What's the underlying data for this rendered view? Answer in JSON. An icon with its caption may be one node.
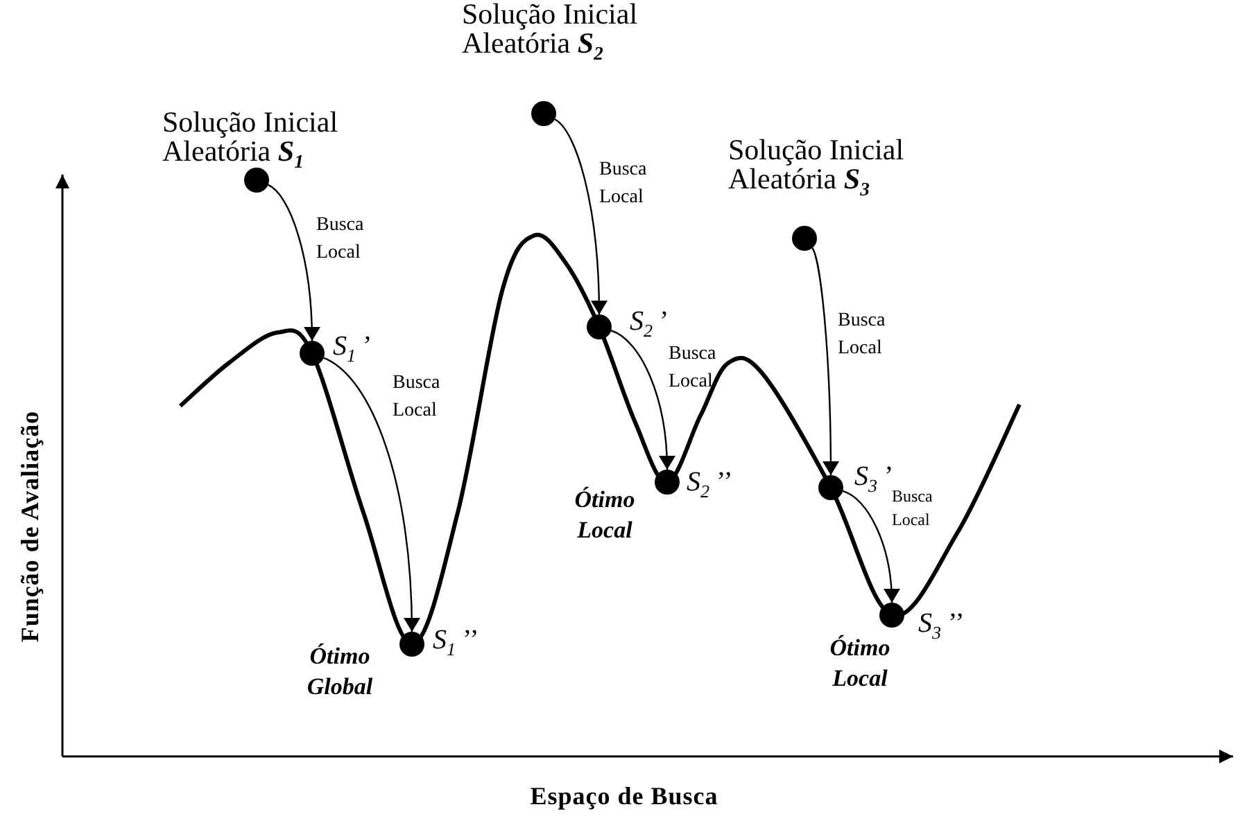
{
  "diagram": {
    "nodes": [
      {
        "text": [],
        "shape": "circle",
        "beside": [
          "Solução Inicial Aleatória **S**$_{1}$"
        ]
      },
      {
        "text": [],
        "shape": "circle",
        "beside": [
          "*S*$_{1}$ ’"
        ]
      },
      {
        "text": [],
        "shape": "circle",
        "beside": [
          "*S*$_{1}$ ’’"
        ]
      },
      {
        "text": [],
        "shape": "circle",
        "beside": [
          "Solução Inicial Aleatória **S**$_{2}$"
        ]
      },
      {
        "text": [],
        "shape": "circle",
        "beside": [
          "*S*$_{2}$ ’"
        ]
      },
      {
        "text": [],
        "shape": "circle",
        "beside": [
          "*S*$_{2}$ ’’"
        ]
      },
      {
        "text": [],
        "shape": "circle",
        "beside": [
          "Solução Inicial Aleatória **S**$_{3}$"
        ]
      },
      {
        "text": [],
        "shape": "circle",
        "beside": [
          "*S*$_{3}$ ’"
        ]
      },
      {
        "text": [],
        "shape": "circle",
        "beside": [
          "*S*$_{3}$ ’’"
        ]
      }
    ],
    "edges": [
      {
        "from": 0,
        "to": 1,
        "arrow": "to",
        "label": "Busca Local"
      },
      {
        "from": 1,
        "to": 2,
        "arrow": "to",
        "label": "Busca Local"
      },
      {
        "from": 3,
        "to": 4,
        "arrow": "to",
        "label": "Busca Local"
      },
      {
        "from": 4,
        "to": 5,
        "arrow": "to",
        "label": "Busca Local"
      },
      {
        "from": 6,
        "to": 7,
        "arrow": "to",
        "label": "Busca Local"
      },
      {
        "from": 7,
        "to": 8,
        "arrow": "to",
        "label": "Busca Local"
      }
    ],
    "labels": [
      "Ótimo Global",
      "Ótimo Local",
      "Ótimo Local",
      "Função de Avaliação",
      "Espaço de Busca"
    ]
  }
}
